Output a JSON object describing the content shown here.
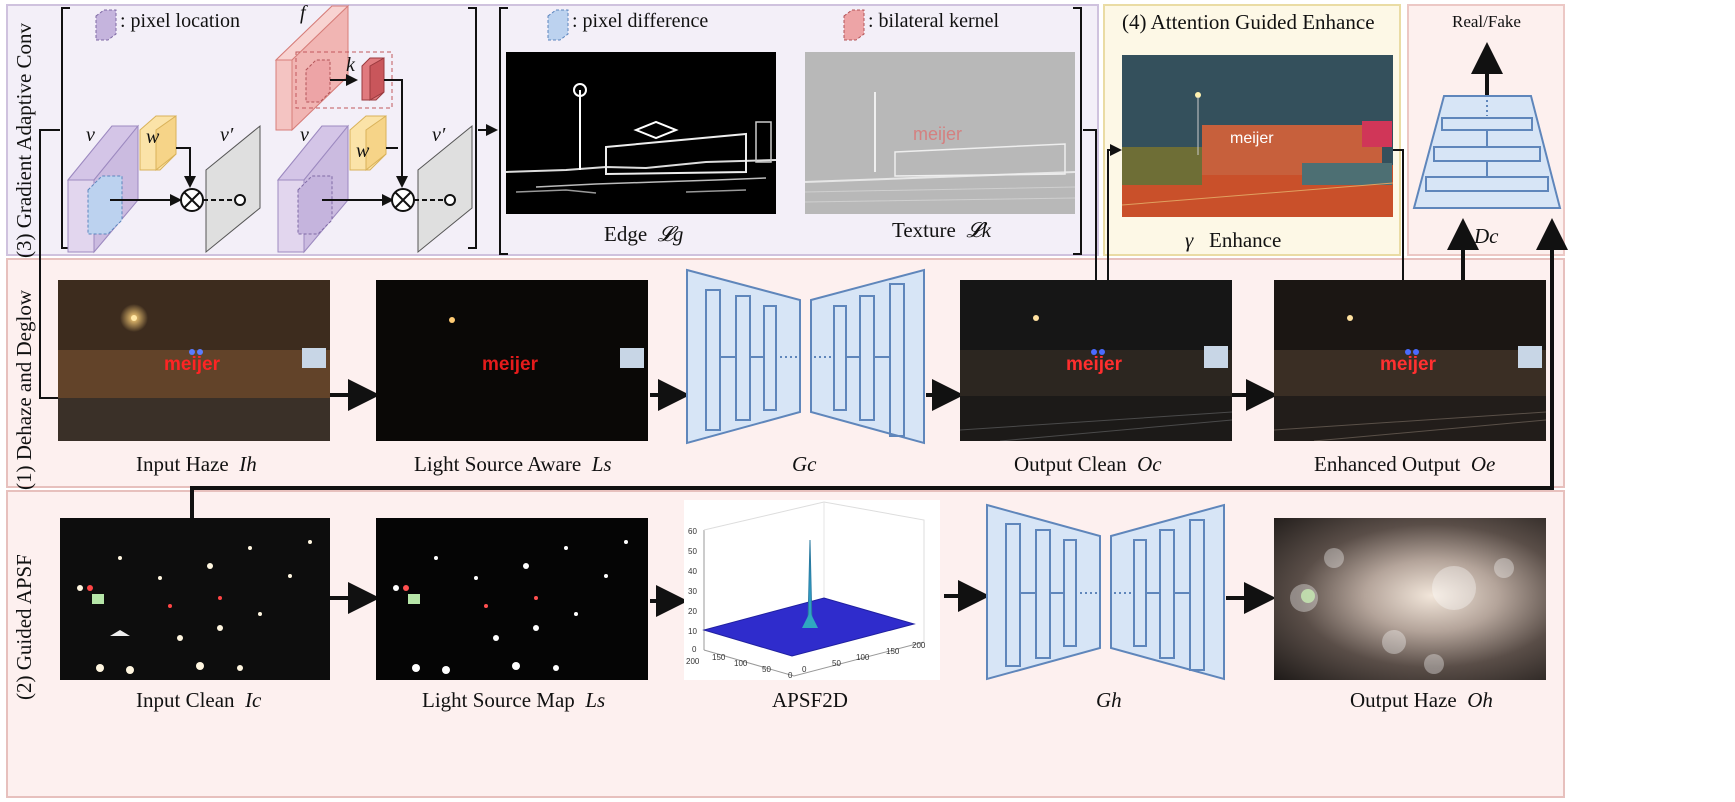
{
  "section3": {
    "label": "(3) Gradient Adaptive Conv",
    "legend_pixel_location": ": pixel location",
    "legend_pixel_difference": ": pixel difference",
    "legend_bilateral_kernel": ": bilateral kernel",
    "sym_f": "f",
    "sym_k": "k",
    "sym_v1": "v",
    "sym_w1": "w",
    "sym_vp1": "v′",
    "sym_v2": "v",
    "sym_w2": "w",
    "sym_vp2": "v′",
    "edge_caption": "Edge",
    "edge_symbol": "𝓛g",
    "texture_caption": "Texture",
    "texture_symbol": "𝓛k"
  },
  "section4": {
    "title": "(4) Attention Guided Enhance",
    "caption_gamma": "γ",
    "caption_enhance": "Enhance"
  },
  "discriminator": {
    "title": "Real/Fake",
    "symbol": "Dc"
  },
  "section1": {
    "label": "(1) Dehaze and Deglow",
    "input_haze": "Input Haze",
    "input_haze_sym": "Ih",
    "light_source_aware": "Light Source Aware",
    "light_source_aware_sym": "Ls",
    "generator_sym": "Gc",
    "output_clean": "Output Clean",
    "output_clean_sym": "Oc",
    "enhanced_output": "Enhanced Output",
    "enhanced_output_sym": "Oe",
    "sign_text": "meijer"
  },
  "section2": {
    "label": "(2) Guided APSF",
    "input_clean": "Input Clean",
    "input_clean_sym": "Ic",
    "light_source_map": "Light Source Map",
    "light_source_map_sym": "Ls",
    "apsf_caption": "APSF2D",
    "generator_sym": "Gh",
    "output_haze": "Output Haze",
    "output_haze_sym": "Oh",
    "plot_z_ticks": [
      "60",
      "50",
      "40",
      "30",
      "20",
      "10",
      "0"
    ],
    "plot_left_ticks": [
      "200",
      "150",
      "100",
      "50",
      "0"
    ],
    "plot_right_ticks": [
      "0",
      "50",
      "100",
      "150",
      "200"
    ]
  }
}
